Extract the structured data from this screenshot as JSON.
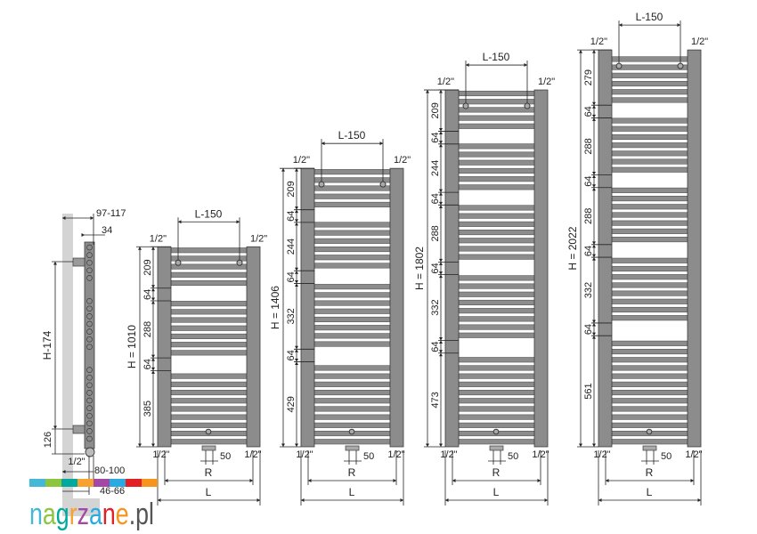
{
  "side_view": {
    "depth_total": "97-117",
    "rail_depth": "34",
    "axis_height": "H-174",
    "bottom_offset": "126",
    "connection": "1/2\"",
    "wall_distance": "80-100",
    "valve_distance": "46-66"
  },
  "radiators": [
    {
      "height_label": "H = 1010",
      "segments_bottom_up": [
        "385",
        "64",
        "288",
        "64",
        "209"
      ],
      "top_dim": "L-150",
      "conn_label": "1/2\"",
      "valve_dim": "50",
      "r_label": "R",
      "l_label": "L"
    },
    {
      "height_label": "H = 1406",
      "segments_bottom_up": [
        "429",
        "64",
        "332",
        "64",
        "244",
        "64",
        "209"
      ],
      "top_dim": "L-150",
      "conn_label": "1/2\"",
      "valve_dim": "50",
      "r_label": "R",
      "l_label": "L"
    },
    {
      "height_label": "H = 1802",
      "segments_bottom_up": [
        "473",
        "64",
        "332",
        "64",
        "288",
        "64",
        "244",
        "64",
        "209"
      ],
      "top_dim": "L-150",
      "conn_label": "1/2\"",
      "valve_dim": "50",
      "r_label": "R",
      "l_label": "L"
    },
    {
      "height_label": "H = 2022",
      "segments_bottom_up": [
        "561",
        "64",
        "332",
        "64",
        "288",
        "64",
        "288",
        "64",
        "279"
      ],
      "top_dim": "L-150",
      "conn_label": "1/2\"",
      "valve_dim": "50",
      "r_label": "R",
      "l_label": "L"
    }
  ],
  "logo": {
    "text": "nagrzane.pl",
    "colors": [
      "#45b8d8",
      "#8cc63f",
      "#00a99d",
      "#f7a12f",
      "#a349a4",
      "#29abe2",
      "#e31e24",
      "#f7941d"
    ],
    "suffix_color": "#555555"
  },
  "colors": {
    "steel": "#8c8c8c",
    "outline": "#3a3a3a",
    "wall": "#d4d4d4"
  }
}
